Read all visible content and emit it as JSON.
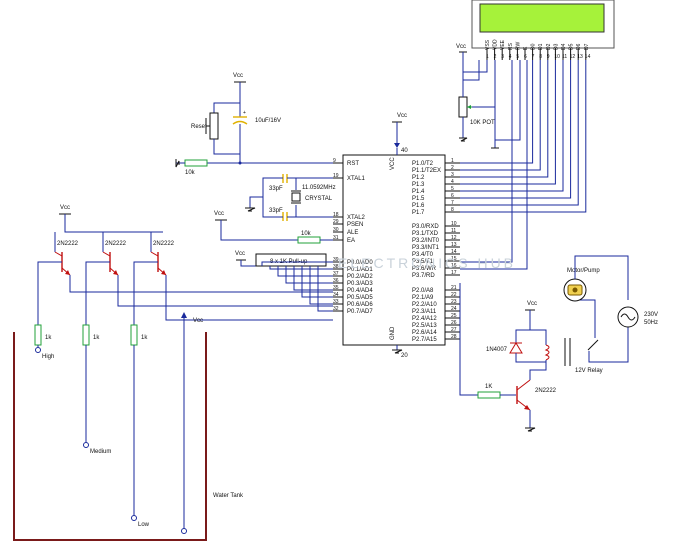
{
  "lcd": {
    "pins": [
      "VSS",
      "VDD",
      "VEE",
      "RS",
      "RW",
      "E",
      "D0",
      "D1",
      "D2",
      "D3",
      "D4",
      "D5",
      "D6",
      "D7"
    ],
    "pin_numbers": [
      "1",
      "2",
      "3",
      "4",
      "5",
      "6",
      "7",
      "8",
      "9",
      "10",
      "11",
      "12",
      "13",
      "14"
    ],
    "pot_label": "10K POT",
    "vcc": "Vcc"
  },
  "reset": {
    "label": "Reset",
    "cap": "10uF/16V",
    "resistor": "10k",
    "vcc": "Vcc"
  },
  "crystal": {
    "cap1": "33pF",
    "cap2": "33pF",
    "freq": "11.0592MHz",
    "label": "CRYSTAL"
  },
  "ea": {
    "resistor": "10k",
    "vcc": "Vcc"
  },
  "mcu": {
    "vcc_pin": "VCC",
    "gnd_pin": "GND",
    "vcc_pin_no": "40",
    "gnd_pin_no": "20",
    "left_pins": [
      {
        "no": "9",
        "name": "RST"
      },
      {
        "no": "19",
        "name": "XTAL1"
      },
      {
        "no": "18",
        "name": "XTAL2"
      },
      {
        "no": "29",
        "name": "PSEN"
      },
      {
        "no": "30",
        "name": "ALE"
      },
      {
        "no": "31",
        "name": "EA"
      },
      {
        "no": "39",
        "name": "P0.0/AD0"
      },
      {
        "no": "38",
        "name": "P0.1/AD1"
      },
      {
        "no": "37",
        "name": "P0.2/AD2"
      },
      {
        "no": "36",
        "name": "P0.3/AD3"
      },
      {
        "no": "35",
        "name": "P0.4/AD4"
      },
      {
        "no": "34",
        "name": "P0.5/AD5"
      },
      {
        "no": "33",
        "name": "P0.6/AD6"
      },
      {
        "no": "32",
        "name": "P0.7/AD7"
      }
    ],
    "right_pins": [
      {
        "no": "1",
        "name": "P1.0/T2"
      },
      {
        "no": "2",
        "name": "P1.1/T2EX"
      },
      {
        "no": "3",
        "name": "P1.2"
      },
      {
        "no": "4",
        "name": "P1.3"
      },
      {
        "no": "5",
        "name": "P1.4"
      },
      {
        "no": "6",
        "name": "P1.5"
      },
      {
        "no": "7",
        "name": "P1.6"
      },
      {
        "no": "8",
        "name": "P1.7"
      },
      {
        "no": "10",
        "name": "P3.0/RXD"
      },
      {
        "no": "11",
        "name": "P3.1/TXD"
      },
      {
        "no": "12",
        "name": "P3.2/INT0"
      },
      {
        "no": "13",
        "name": "P3.3/INT1"
      },
      {
        "no": "14",
        "name": "P3.4/T0"
      },
      {
        "no": "15",
        "name": "P3.5/T1"
      },
      {
        "no": "16",
        "name": "P3.6/WR"
      },
      {
        "no": "17",
        "name": "P3.7/RD"
      },
      {
        "no": "21",
        "name": "P2.0/A8"
      },
      {
        "no": "22",
        "name": "P2.1/A9"
      },
      {
        "no": "23",
        "name": "P2.2/A10"
      },
      {
        "no": "24",
        "name": "P2.3/A11"
      },
      {
        "no": "25",
        "name": "P2.4/A12"
      },
      {
        "no": "26",
        "name": "P2.5/A13"
      },
      {
        "no": "27",
        "name": "P2.6/A14"
      },
      {
        "no": "28",
        "name": "P2.7/A15"
      }
    ]
  },
  "pullup": {
    "label": "8 x 1K Pull-up",
    "vcc": "Vcc"
  },
  "sensors": {
    "vcc": "Vcc",
    "transistors": [
      "2N2222",
      "2N2222",
      "2N2222"
    ],
    "resistors": [
      "1k",
      "1k",
      "1k"
    ],
    "levels": [
      "High",
      "Medium",
      "Low"
    ],
    "probe_vcc": "Vcc",
    "tank_label": "Water Tank"
  },
  "relay": {
    "vcc": "Vcc",
    "diode": "1N4007",
    "relay_label": "12V Relay",
    "resistor": "1K",
    "transistor": "2N2222",
    "motor": "Motor/Pump",
    "ac_v": "230V",
    "ac_f": "50Hz"
  },
  "watermark": "ELECTRONICS HUB"
}
